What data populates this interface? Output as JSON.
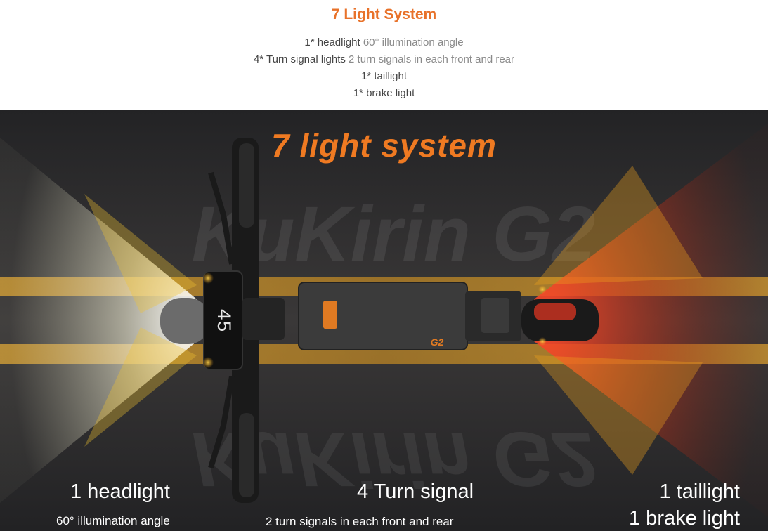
{
  "header": {
    "title": "7 Light System",
    "lines": [
      {
        "main": "1* headlight",
        "sub": "60° illumination angle"
      },
      {
        "main": "4* Turn signal lights",
        "sub": "2 turn signals in each front and rear"
      },
      {
        "main": "1* taillight",
        "sub": ""
      },
      {
        "main": "1* brake light",
        "sub": ""
      }
    ]
  },
  "banner": {
    "title": "7 light system",
    "watermark": "KuKirin G2",
    "display_speed": "45",
    "deck_label": "G2",
    "captions": {
      "headlight": "1 headlight",
      "headlight_sub": "60° illumination angle",
      "turn": "4 Turn signal",
      "turn_sub": "2 turn signals in each front and rear",
      "taillight": "1 taillight",
      "brake": "1 brake light"
    }
  },
  "colors": {
    "accent": "#e8722a",
    "banner_bg": "#2b2b2d",
    "amber": "#f0a21c",
    "red": "#c8361e"
  }
}
